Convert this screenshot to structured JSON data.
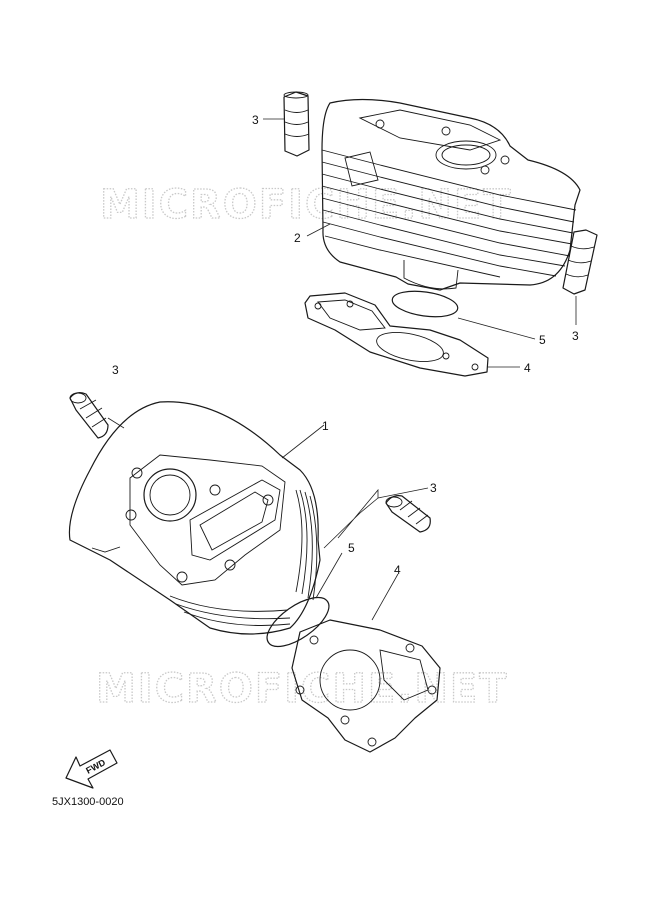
{
  "watermarks": [
    "MICROFICHE.NET",
    "MICROFICHE.NET"
  ],
  "callouts": {
    "c1": "1",
    "c2": "2",
    "c3a": "3",
    "c3b": "3",
    "c3c": "3",
    "c3d": "3",
    "c4a": "4",
    "c4b": "4",
    "c5a": "5",
    "c5b": "5"
  },
  "fwd_label": "FWD",
  "part_number": "5JX1300-0020",
  "icons": {
    "fwd_arrow": "fwd-arrow-icon"
  }
}
